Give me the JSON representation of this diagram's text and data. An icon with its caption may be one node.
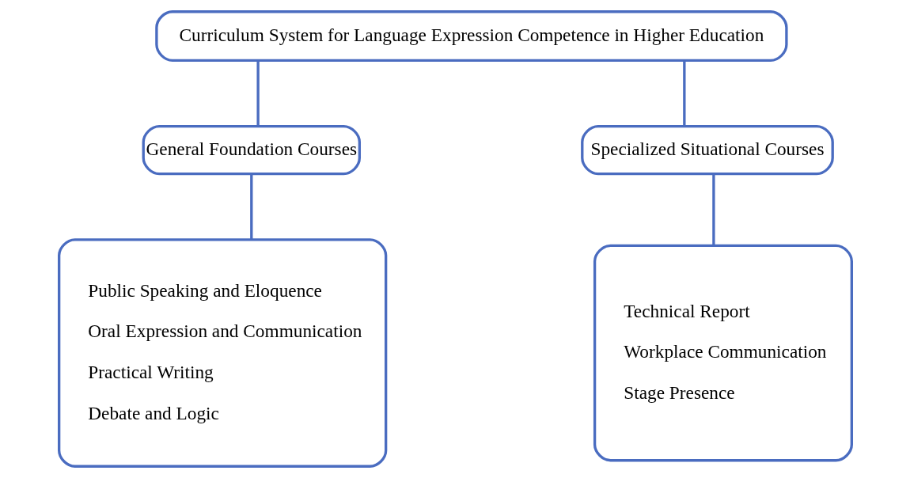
{
  "diagram": {
    "nodes": [
      {
        "text": [
          "Curriculum System for Language Expression Competence in Higher Education"
        ]
      },
      {
        "text": [
          "General Foundation Courses"
        ]
      },
      {
        "text": [
          "Specialized Situational Courses"
        ]
      },
      {
        "text": [
          "Public Speaking and Eloquence",
          "Oral Expression and Communication",
          "Practical Writing",
          "Debate and Logic"
        ]
      },
      {
        "text": [
          "Technical Report",
          "Workplace Communication",
          "Stage Presence"
        ]
      }
    ],
    "edges": [
      {
        "from": 0,
        "to": 1,
        "arrow": "none"
      },
      {
        "from": 0,
        "to": 2,
        "arrow": "none"
      },
      {
        "from": 1,
        "to": 3,
        "arrow": "none"
      },
      {
        "from": 2,
        "to": 4,
        "arrow": "none"
      }
    ]
  }
}
